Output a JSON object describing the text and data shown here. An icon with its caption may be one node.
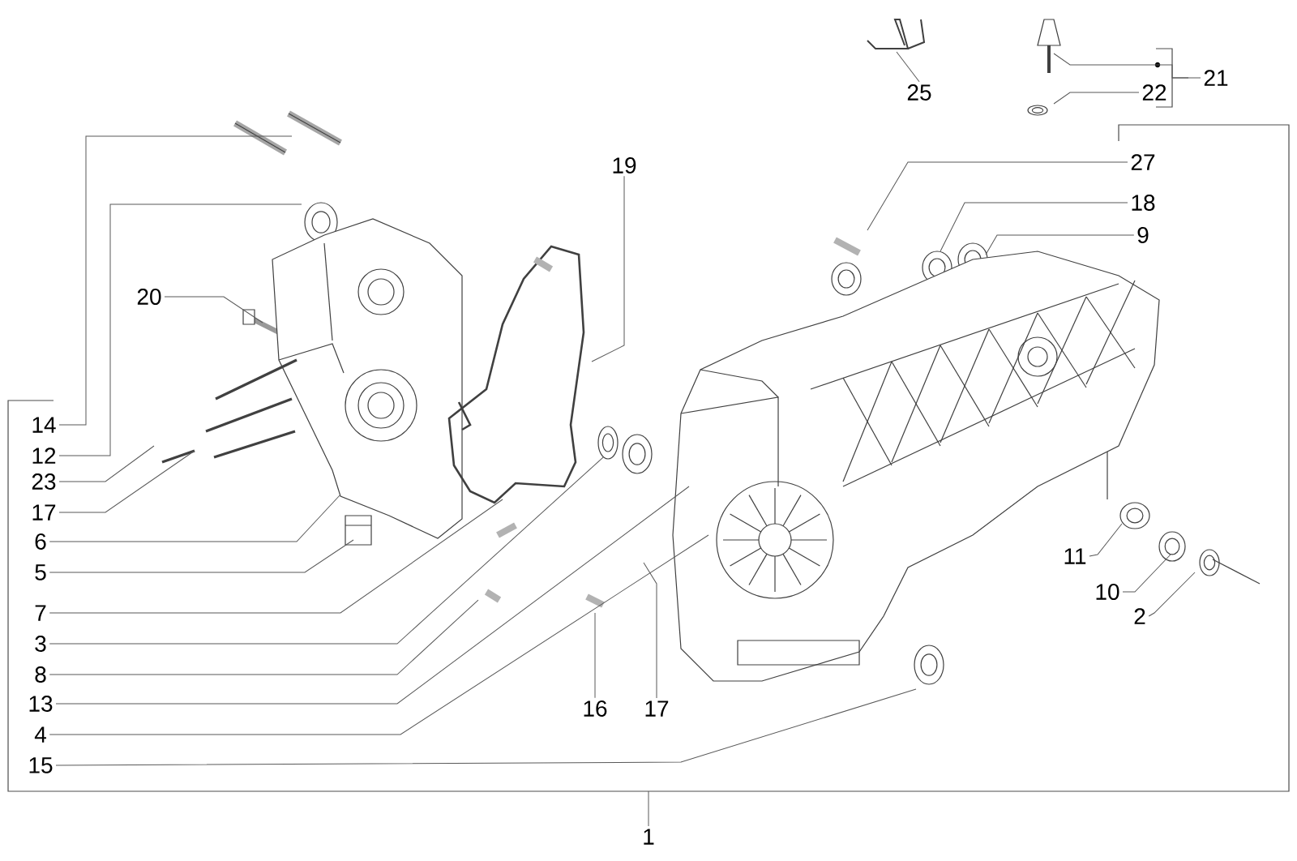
{
  "diagram": {
    "nodes": [
      {
        "text": [
          "25"
        ]
      },
      {
        "text": [
          "21"
        ]
      },
      {
        "text": [
          "22"
        ]
      },
      {
        "text": [
          "19"
        ]
      },
      {
        "text": [
          "27"
        ]
      },
      {
        "text": [
          "18"
        ]
      },
      {
        "text": [
          "9"
        ]
      },
      {
        "text": [
          "14"
        ]
      },
      {
        "text": [
          "20"
        ]
      },
      {
        "text": [
          "12"
        ]
      },
      {
        "text": [
          "23"
        ]
      },
      {
        "text": [
          "17"
        ]
      },
      {
        "text": [
          "6"
        ]
      },
      {
        "text": [
          "5"
        ]
      },
      {
        "text": [
          "11"
        ]
      },
      {
        "text": [
          "10"
        ]
      },
      {
        "text": [
          "2"
        ]
      },
      {
        "text": [
          "7"
        ]
      },
      {
        "text": [
          "3"
        ]
      },
      {
        "text": [
          "8"
        ]
      },
      {
        "text": [
          "13"
        ]
      },
      {
        "text": [
          "4"
        ]
      },
      {
        "text": [
          "16"
        ]
      },
      {
        "text": [
          "17"
        ]
      },
      {
        "text": [
          "15"
        ]
      },
      {
        "text": [
          "1"
        ]
      }
    ],
    "edges": [
      {
        "from": 0,
        "to": null,
        "arrow": "none"
      },
      {
        "from": 1,
        "to": null,
        "arrow": "none"
      },
      {
        "from": 2,
        "to": null,
        "arrow": "none"
      },
      {
        "from": 3,
        "to": null,
        "arrow": "none"
      },
      {
        "from": 4,
        "to": null,
        "arrow": "none"
      },
      {
        "from": 5,
        "to": null,
        "arrow": "none"
      },
      {
        "from": 6,
        "to": null,
        "arrow": "none"
      },
      {
        "from": 7,
        "to": null,
        "arrow": "none"
      },
      {
        "from": 8,
        "to": null,
        "arrow": "none"
      },
      {
        "from": 9,
        "to": null,
        "arrow": "none"
      },
      {
        "from": 10,
        "to": null,
        "arrow": "none"
      },
      {
        "from": 11,
        "to": null,
        "arrow": "none"
      },
      {
        "from": 12,
        "to": null,
        "arrow": "none"
      },
      {
        "from": 13,
        "to": null,
        "arrow": "none"
      },
      {
        "from": 14,
        "to": null,
        "arrow": "none"
      },
      {
        "from": 15,
        "to": null,
        "arrow": "none"
      },
      {
        "from": 16,
        "to": null,
        "arrow": "none"
      },
      {
        "from": 17,
        "to": null,
        "arrow": "none"
      },
      {
        "from": 18,
        "to": null,
        "arrow": "none"
      },
      {
        "from": 19,
        "to": null,
        "arrow": "none"
      },
      {
        "from": 20,
        "to": null,
        "arrow": "none"
      },
      {
        "from": 21,
        "to": null,
        "arrow": "none"
      },
      {
        "from": 22,
        "to": null,
        "arrow": "none"
      },
      {
        "from": 23,
        "to": null,
        "arrow": "none"
      },
      {
        "from": 24,
        "to": null,
        "arrow": "none"
      },
      {
        "from": 25,
        "to": null,
        "arrow": "none"
      }
    ]
  }
}
